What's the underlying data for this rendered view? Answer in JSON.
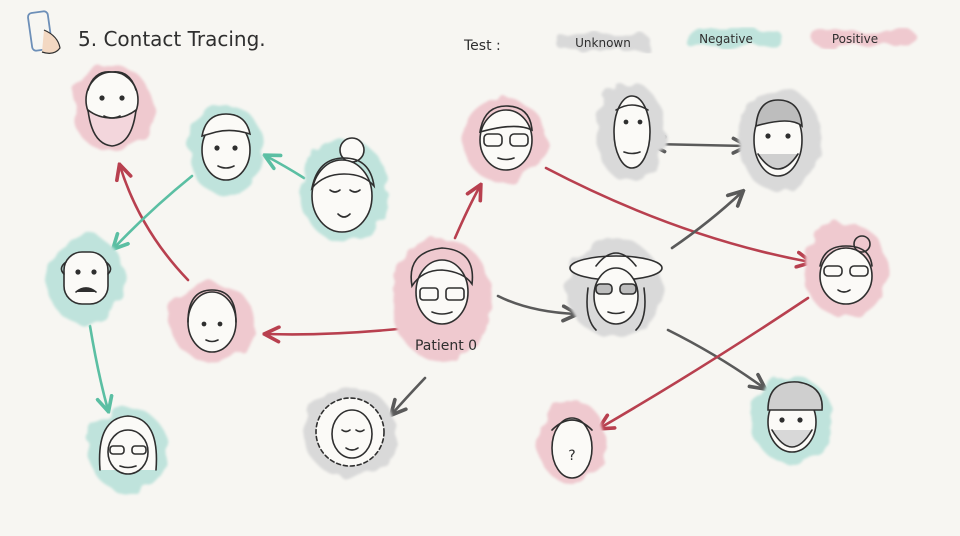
{
  "title": "5. Contact Tracing.",
  "legend": {
    "label": "Test :",
    "items": [
      {
        "key": "unknown",
        "label": "Unknown",
        "color": "#d9d9d9"
      },
      {
        "key": "negative",
        "label": "Negative",
        "color": "#bfe3dc"
      },
      {
        "key": "positive",
        "label": "Positive",
        "color": "#efc9cf"
      }
    ]
  },
  "people": {
    "patient0": {
      "label": "Patient 0",
      "status": "positive"
    },
    "bearded_topleft": {
      "status": "positive"
    },
    "man_negative_top": {
      "status": "negative"
    },
    "bun_woman": {
      "status": "negative"
    },
    "old_man": {
      "status": "negative"
    },
    "woman_center_left": {
      "status": "positive"
    },
    "grandma": {
      "status": "negative"
    },
    "glasses_man": {
      "status": "positive"
    },
    "curly_woman": {
      "status": "unknown"
    },
    "longface_man": {
      "status": "unknown"
    },
    "beard_man": {
      "status": "unknown"
    },
    "hat_woman": {
      "status": "unknown"
    },
    "bun_glasses_woman": {
      "status": "positive"
    },
    "unknown_person": {
      "status": "positive",
      "symbol": "?"
    },
    "beanie_man": {
      "status": "negative"
    }
  },
  "colors": {
    "ink": "#2f2f2f",
    "positive_arrow": "#b8404f",
    "negative_arrow": "#5bbfa3",
    "unknown_arrow": "#5a5a5a"
  }
}
